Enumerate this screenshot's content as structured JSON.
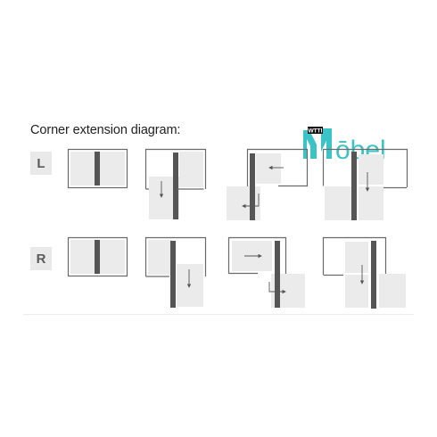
{
  "title": "Corner extension diagram:",
  "rows": [
    {
      "label": "L"
    },
    {
      "label": "R"
    }
  ],
  "logo": {
    "badge": "WTTI",
    "text": "ōbel"
  },
  "colors": {
    "frame": "#6a6a6a",
    "panel": "#ebebeb",
    "divider_bar": "#555555",
    "logo_teal": "#3cc3c6",
    "label_bg": "#e9e9e9",
    "label_text": "#5a5a5a"
  }
}
